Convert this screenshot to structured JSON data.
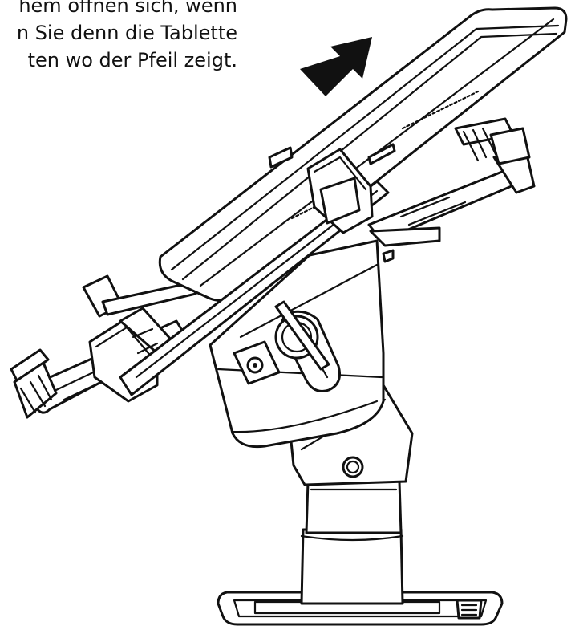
{
  "caption": {
    "lines": [
      "hem öffnen sich, wenn",
      "n Sie denn die Tablette",
      "ten wo der Pfeil zeigt."
    ]
  },
  "colors": {
    "line": "#111111",
    "fill": "#ffffff",
    "arrow": "#111111"
  },
  "icons": {
    "arrow": "direction-arrow-icon",
    "tablet": "tablet-device",
    "clamp": "clamp-jaw",
    "mount": "swivel-mount"
  }
}
